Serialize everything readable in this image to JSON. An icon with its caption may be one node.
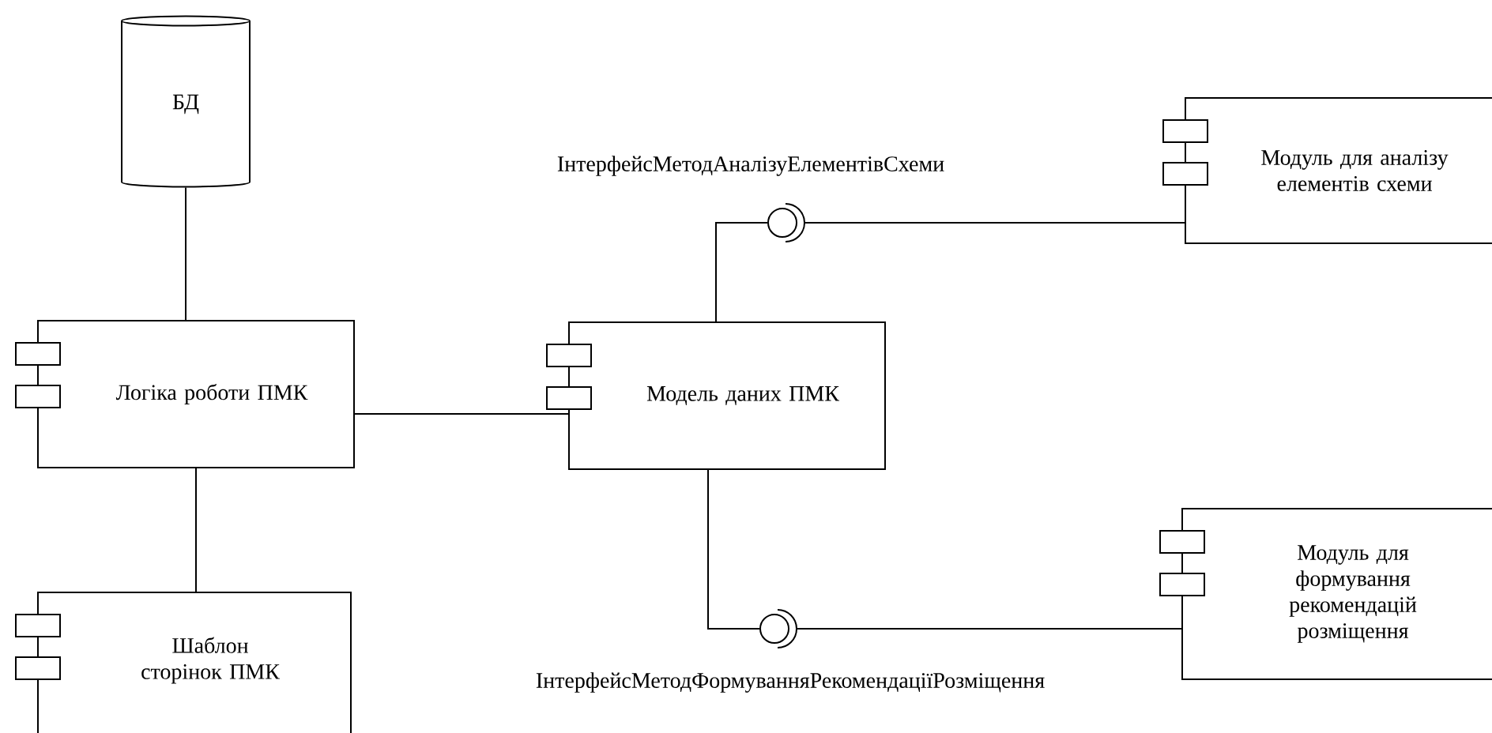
{
  "diagram": {
    "nodes": [
      {
        "text": [
          "БД"
        ]
      },
      {
        "text": [
          "ІнтерфейсМетодАналізуЕлементівСхеми"
        ]
      },
      {
        "text": [
          "Модуль для аналізу елементів схеми"
        ]
      },
      {
        "text": [
          "Логіка роботи ПМК"
        ]
      },
      {
        "text": [
          "Модель даних ПМК"
        ]
      },
      {
        "text": [
          "Модуль для формування рекомендацій розміщення"
        ]
      },
      {
        "text": [
          "Шаблон сторінок ПМК"
        ]
      },
      {
        "text": [
          "ІнтерфейсМетодФормуванняРекомендаціїРозміщення"
        ]
      }
    ],
    "edges": [
      {
        "from": 0,
        "to": 3,
        "arrow": "none"
      },
      {
        "from": 4,
        "to": 1,
        "arrow": "none"
      },
      {
        "from": 1,
        "to": 2,
        "arrow": "none"
      },
      {
        "from": 3,
        "to": 4,
        "arrow": "none"
      },
      {
        "from": 3,
        "to": 6,
        "arrow": "none"
      },
      {
        "from": 4,
        "to": 7,
        "arrow": "none"
      },
      {
        "from": 7,
        "to": 5,
        "arrow": "none"
      }
    ]
  }
}
